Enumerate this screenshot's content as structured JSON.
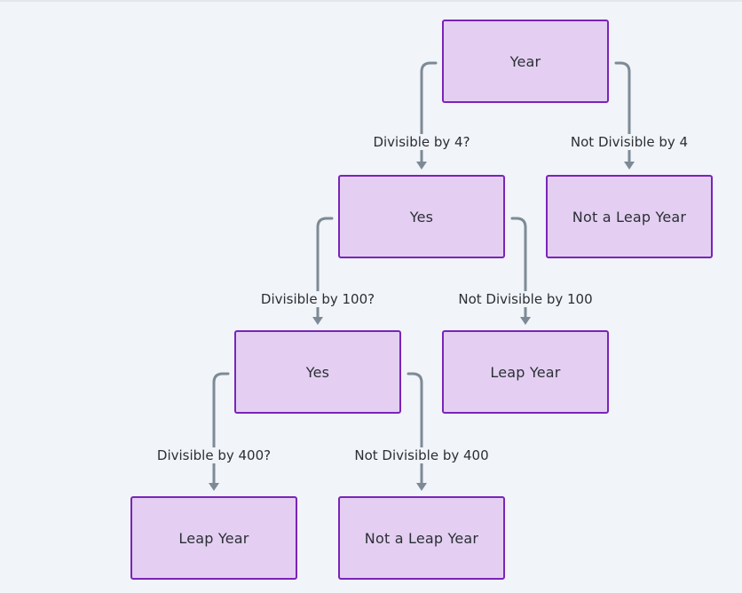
{
  "diagram": {
    "nodes": {
      "year": "Year",
      "yes_1": "Yes",
      "not_leap_1": "Not a Leap Year",
      "yes_2": "Yes",
      "leap_1": "Leap Year",
      "leap_2": "Leap Year",
      "not_leap_2": "Not a Leap Year"
    },
    "edges": {
      "div4": "Divisible by 4?",
      "not_div4": "Not Divisible by 4",
      "div100": "Divisible by 100?",
      "not_div100": "Not Divisible by 100",
      "div400": "Divisible by 400?",
      "not_div400": "Not Divisible by 400"
    }
  },
  "colors": {
    "node_fill": "#e4cff2",
    "node_border": "#7a24b8",
    "edge": "#7d8a96",
    "background": "#f1f4f8"
  }
}
